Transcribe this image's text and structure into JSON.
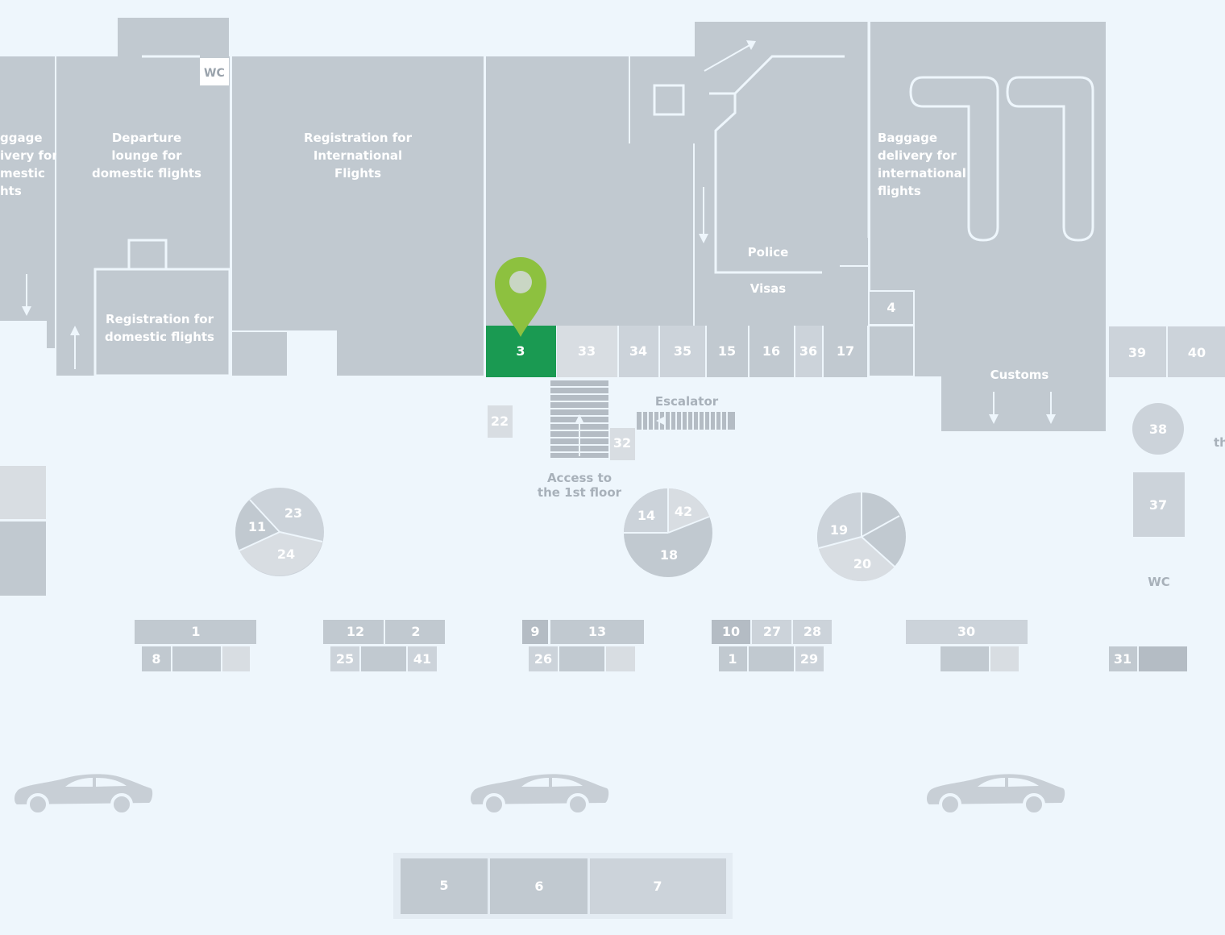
{
  "zones": {
    "baggage_domestic": [
      "ggage",
      "ivery for",
      "mestic",
      "hts"
    ],
    "departure_lounge": [
      "Departure",
      "lounge for",
      "domestic flights"
    ],
    "wc_top": "WC",
    "registration_international": [
      "Registration for",
      "International",
      "Flights"
    ],
    "registration_domestic": [
      "Registration for",
      "domestic flights"
    ],
    "police": "Police",
    "visas": "Visas",
    "baggage_international": [
      "Baggage",
      "delivery for",
      "international",
      "flights"
    ],
    "customs": "Customs",
    "escalator": "Escalator",
    "access_1st_floor": [
      "Access to",
      "the 1st floor"
    ],
    "wc_right": "WC",
    "edge_right": "th"
  },
  "counters_top": [
    "3",
    "33",
    "34",
    "35",
    "15",
    "16",
    "36",
    "17"
  ],
  "counter_4": "4",
  "counters_right": [
    "39",
    "40"
  ],
  "kiosks": {
    "k22": "22",
    "k32": "32",
    "k38": "38",
    "k37": "37"
  },
  "pies": [
    {
      "labels": [
        "11",
        "23",
        "24"
      ]
    },
    {
      "labels": [
        "14",
        "42",
        "18"
      ]
    },
    {
      "labels": [
        "19",
        "20"
      ]
    }
  ],
  "stalls": {
    "g1": {
      "top": [
        "1"
      ],
      "bottom": [
        "8"
      ]
    },
    "g2": {
      "top": [
        "12",
        "2"
      ],
      "bottom": [
        "25",
        "41"
      ]
    },
    "g3": {
      "top": [
        "9",
        "13"
      ],
      "bottom": [
        "26"
      ]
    },
    "g4": {
      "top": [
        "10",
        "27",
        "28"
      ],
      "bottom": [
        "1",
        "29"
      ]
    },
    "g5": {
      "top": [
        "30"
      ]
    },
    "g6": {
      "bottom": [
        "31"
      ]
    }
  },
  "bottom_blocks": [
    "5",
    "6",
    "7"
  ],
  "selected": {
    "label": "3",
    "color": "#1a9a52",
    "pin_color": "#8dc13f"
  },
  "colors": {
    "background": "#eef6fc",
    "room": "#c1c9d0"
  }
}
